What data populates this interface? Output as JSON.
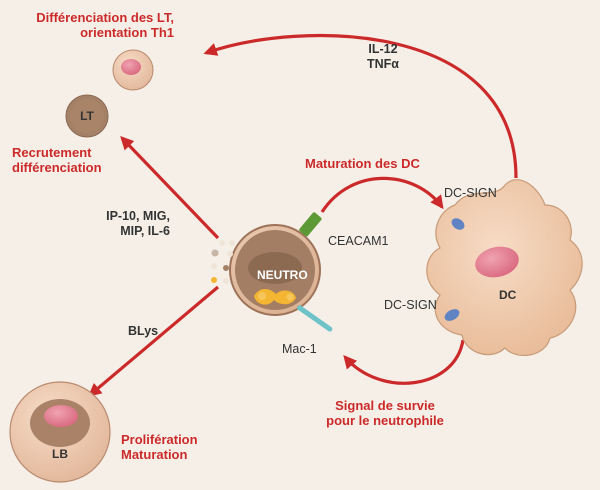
{
  "colors": {
    "background": "#f5efe7",
    "arrow": "#cc2a2a",
    "label_red": "#cc2a2a",
    "label_dark": "#333333",
    "cell_body": "#ecc7ad",
    "dc_body": "#f0c9ac",
    "nucleus": "#e07b8f",
    "neutro_granules": "#f4b532",
    "ceacam1": "#5d9a35",
    "mac1": "#6ec3c9",
    "dc_sign": "#5f83c3"
  },
  "labels": {
    "lt_diff": [
      "Différenciation des LT,",
      "orientation Th1"
    ],
    "cytokines_top": [
      "IL-12",
      "TNFα"
    ],
    "recrutement": [
      "Recrutement",
      "différenciation"
    ],
    "maturation_dc": "Maturation des DC",
    "dc_sign_top": "DC-SIGN",
    "ceacam1": "CEACAM1",
    "chemokines": [
      "IP-10, MIG,",
      "MIP, IL-6"
    ],
    "neutro": "NEUTRO",
    "dc_sign_bottom": "DC-SIGN",
    "dc": "DC",
    "blys": "BLys",
    "mac1": "Mac-1",
    "signal_survie": [
      "Signal de survie",
      "pour le neutrophile"
    ],
    "lb": "LB",
    "lt": "LT",
    "proliferation": [
      "Prolifération",
      "Maturation"
    ]
  }
}
